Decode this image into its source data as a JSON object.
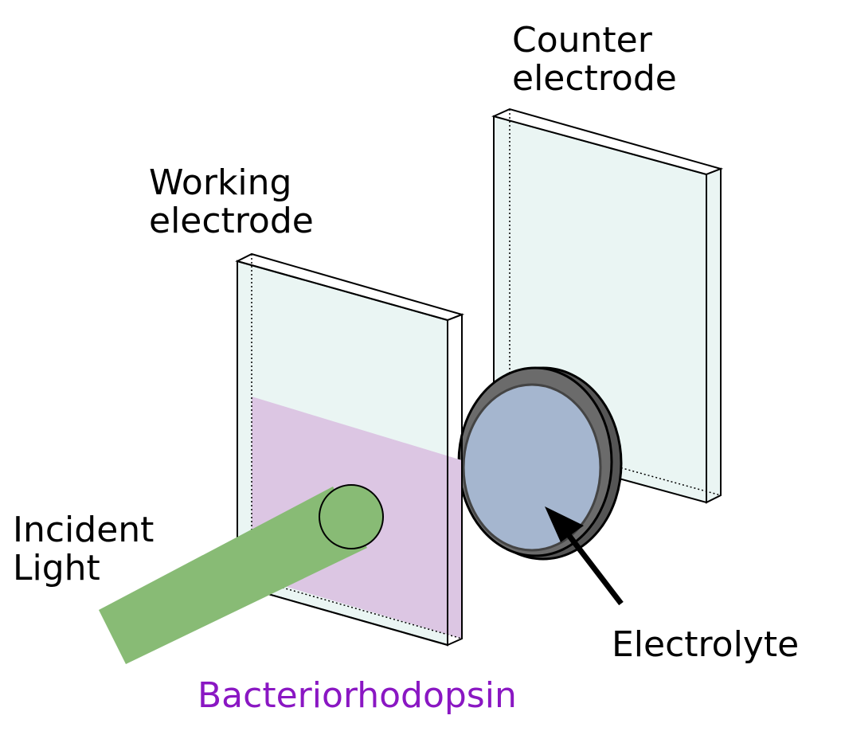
{
  "labels": {
    "counter_electrode": [
      "Counter",
      "electrode"
    ],
    "working_electrode": [
      "Working",
      "electrode"
    ],
    "incident_light": [
      "Incident",
      "Light"
    ],
    "electrolyte": "Electrolyte",
    "bacteriorhodopsin": "Bacteriorhodopsin"
  },
  "colors": {
    "glass": "#eaf5f3",
    "bacteriorhodopsin": "#dcc6e3",
    "bacteriorhodopsin_label": "#8a17c3",
    "light_beam": "#88bb75",
    "electrolyte_fill": "#a5b6cf",
    "ring": "#555555"
  }
}
